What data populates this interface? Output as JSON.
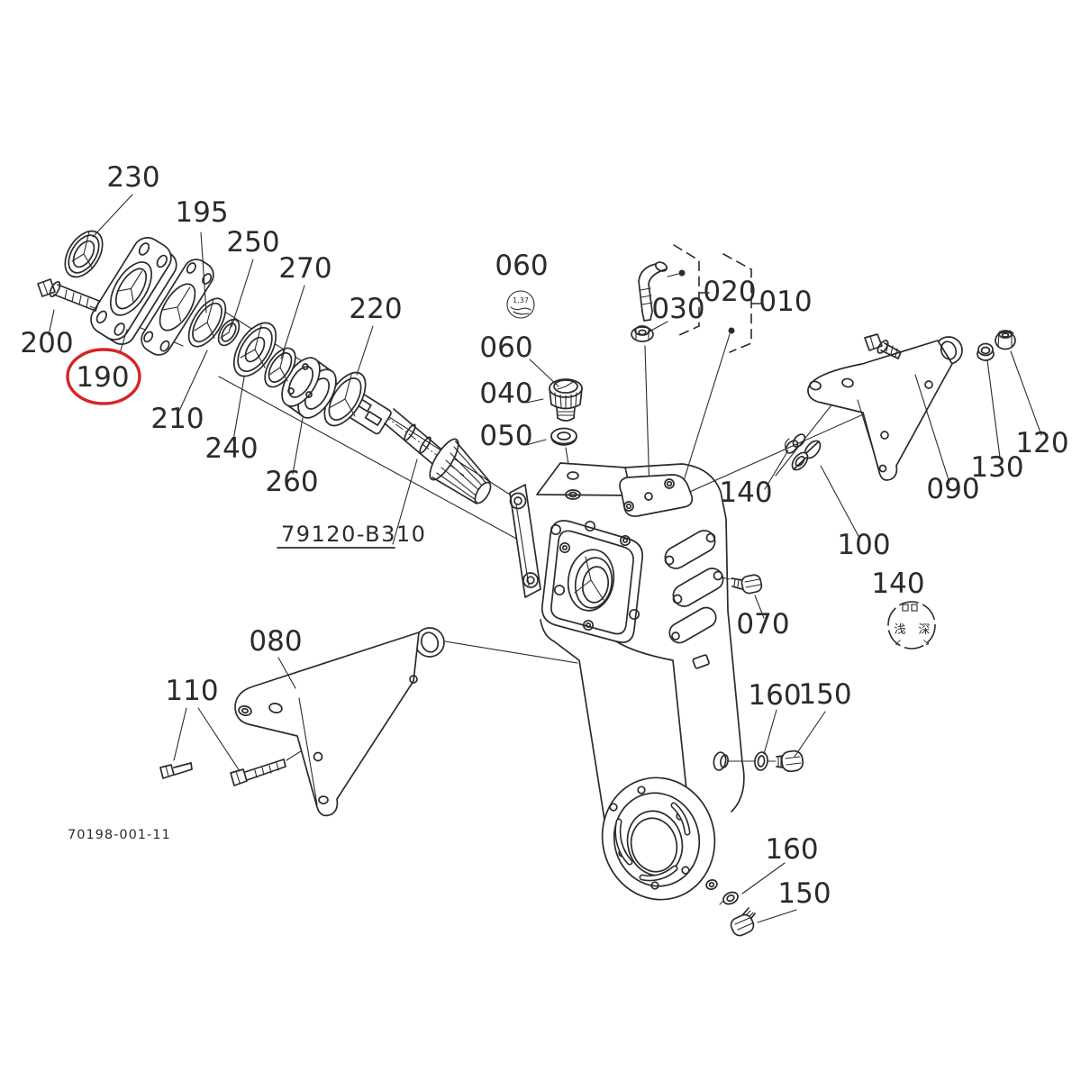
{
  "diagram": {
    "type": "exploded-parts-diagram",
    "drawing_code": "70198-001-11",
    "shaft_part_number": "79120-B310",
    "highlighted_callout": "190",
    "colors": {
      "line": "#2b2b2b",
      "background": "#ffffff",
      "highlight": "#d62424"
    },
    "stamp_060": {
      "text": "1.37"
    },
    "stamp_140": {
      "left": "浅",
      "right": "深",
      "arrow_left": "↙",
      "arrow_right": "↘"
    }
  },
  "callouts": [
    {
      "text": "230"
    },
    {
      "text": "195"
    },
    {
      "text": "250"
    },
    {
      "text": "270"
    },
    {
      "text": "220"
    },
    {
      "text": "200"
    },
    {
      "text": "190",
      "highlighted": true
    },
    {
      "text": "210"
    },
    {
      "text": "240"
    },
    {
      "text": "260"
    },
    {
      "text": "060"
    },
    {
      "text": "060"
    },
    {
      "text": "040"
    },
    {
      "text": "050"
    },
    {
      "text": "030"
    },
    {
      "text": "020"
    },
    {
      "text": "010"
    },
    {
      "text": "140"
    },
    {
      "text": "100"
    },
    {
      "text": "090"
    },
    {
      "text": "130"
    },
    {
      "text": "120"
    },
    {
      "text": "070"
    },
    {
      "text": "140"
    },
    {
      "text": "080"
    },
    {
      "text": "110"
    },
    {
      "text": "160"
    },
    {
      "text": "150"
    },
    {
      "text": "160"
    },
    {
      "text": "150"
    }
  ]
}
